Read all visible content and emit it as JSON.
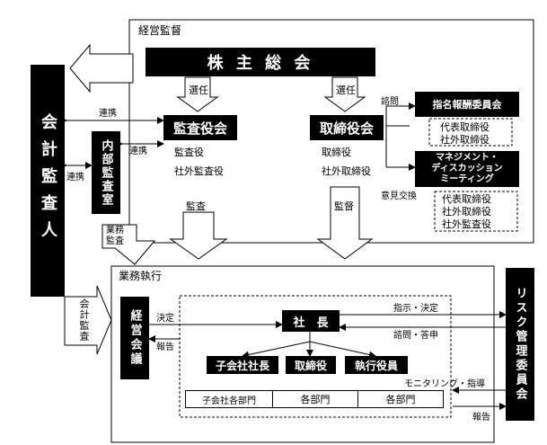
{
  "governance": {
    "title": "経営監督",
    "shareholders_meeting": "株 主 総 会",
    "elect_left": "選任",
    "elect_right": "選任",
    "consult": "諮問",
    "board_of_auditors": "監査役会",
    "auditors_members": [
      "監査役",
      "社外監査役"
    ],
    "board_of_directors": "取締役会",
    "directors_members": [
      "取締役",
      "社外取締役"
    ],
    "nomination_committee": "指名報酬委員会",
    "nomination_members": [
      "代表取締役",
      "社外取締役"
    ],
    "management_meeting": "マネジメント・\nディスカッション\nミーティング",
    "opinion_exchange": "意見交換",
    "meeting_members": [
      "代表取締役",
      "社外取締役",
      "社外監査役"
    ],
    "audit_label": "監査",
    "supervision_label": "監督"
  },
  "left": {
    "accounting_auditor": "会計監査人",
    "internal_audit": "内部監査室",
    "link_top": "連携",
    "link_mid": "連携",
    "link_left": "連携",
    "business_audit": "業務\n監査",
    "accounting_audit": "会計監査"
  },
  "execution": {
    "title": "業務執行",
    "management_council": "経営会議",
    "decision": "決定",
    "report": "報告",
    "president": "社　長",
    "subsidiary_presidents": "子会社社長",
    "directors": "取締役",
    "executive_officers": "執行役員",
    "subsidiary_departments": "子会社各部門",
    "departments_1": "各部門",
    "departments_2": "各部門"
  },
  "right": {
    "risk_committee": "リスク管理委員会",
    "instruct_decide": "指示・決定",
    "consult_report": "諮問・答申",
    "monitoring": "モニタリング・指導",
    "report": "報告"
  }
}
